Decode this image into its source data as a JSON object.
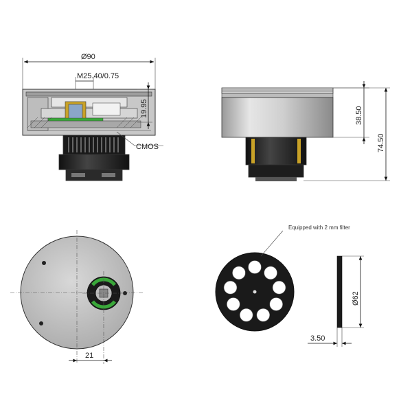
{
  "drawing_title": "",
  "top_left_view": {
    "diameter_label": "Ø90",
    "thread_label": "M25.40/0.75",
    "height_label": "19.95",
    "sensor_label": "CMOS"
  },
  "top_right_view": {
    "body_height_label": "38.50",
    "total_height_label": "74.50"
  },
  "bottom_left_view": {
    "offset_label": "21"
  },
  "bottom_right_view": {
    "note_label": "Equipped with 2 mm filter",
    "filter_diameter_label": "Ø62",
    "thickness_label": "3.50",
    "filter_slots": 9
  },
  "colors": {
    "housing_gray": "#c8c8c8",
    "dark_part": "#1a1a1a",
    "accent_green": "#3aa83a",
    "accent_gold": "#c9a227",
    "line": "#111111"
  }
}
